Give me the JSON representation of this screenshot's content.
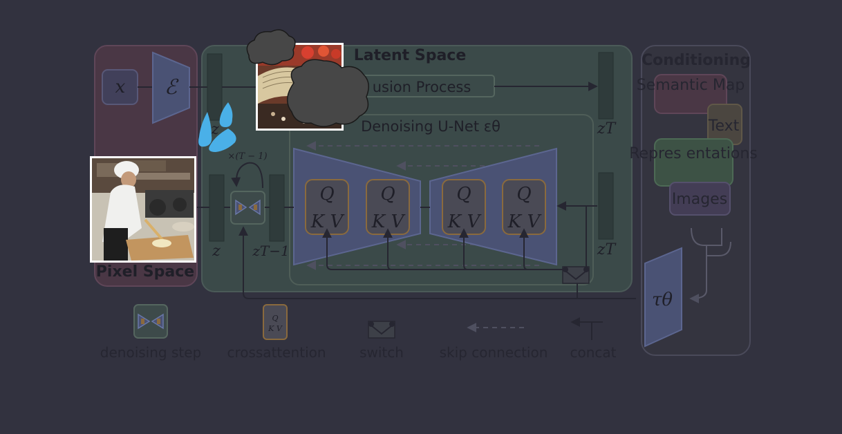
{
  "panels": {
    "pixel_space": "Pixel Space",
    "latent_space": "Latent Space",
    "conditioning": "Conditioning"
  },
  "symbols": {
    "x": "x",
    "encoder": "ℰ",
    "z_top": "z",
    "z_bottom": "z",
    "z_t_minus_1": "zT−1",
    "z_T_top": "zT",
    "z_T_bottom": "zT",
    "loop_label": "×(T − 1)",
    "tau": "τθ"
  },
  "process": {
    "diffusion_label": "usion Process",
    "unet_label": "Denoising U-Net εθ"
  },
  "attention": {
    "block_q": "Q",
    "block_kv": "K V"
  },
  "conditioning_items": [
    "Semantic Map",
    "Text",
    "Repres entations",
    "Images"
  ],
  "legend": {
    "denoising_step": "denoising step",
    "crossattention": "crossattention",
    "switch": "switch",
    "skip_connection": "skip connection",
    "concat": "concat",
    "mini_q": "Q",
    "mini_kv": "K V"
  },
  "colors": {
    "background": "#32323f",
    "pixel_panel": "#4a3745",
    "latent_panel": "#3b4a49",
    "conditioning_panel": "#34343f",
    "encoder": "#4a5274",
    "attention_border": "#8a6a3d",
    "text_dark": "#1f1f28"
  }
}
